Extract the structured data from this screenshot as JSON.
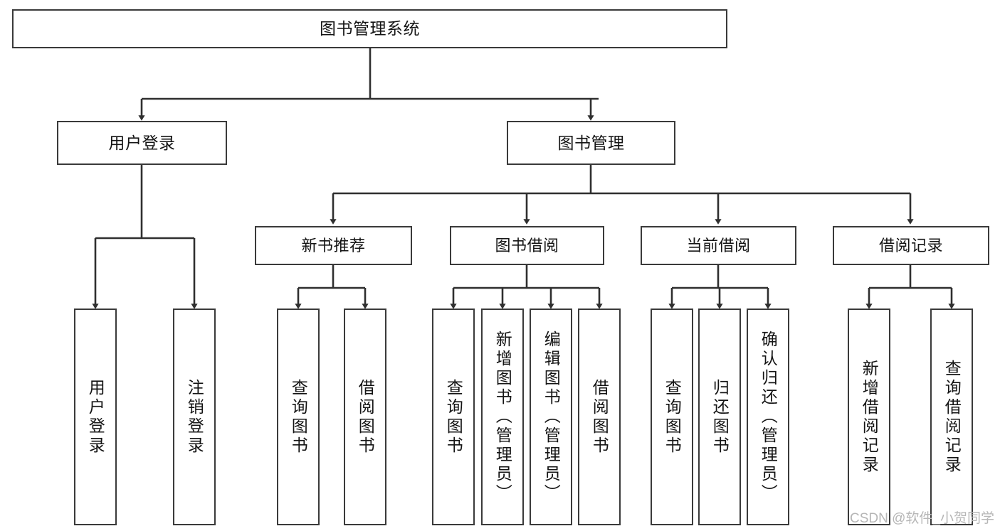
{
  "diagram": {
    "title": "图书管理系统",
    "type": "tree-hierarchy-diagram",
    "watermark": "CSDN @软件_小贺同学",
    "colors": {
      "box_border": "#3a3a3a",
      "box_fill": "#ffffff",
      "connector": "#2f2f2f",
      "text": "#141414",
      "watermark": "#b6b6b6",
      "background": "#ffffff"
    },
    "nodes": {
      "root": {
        "label": "图书管理系统"
      },
      "level2": [
        {
          "label": "用户登录"
        },
        {
          "label": "图书管理"
        }
      ],
      "level3": [
        {
          "label": "新书推荐"
        },
        {
          "label": "图书借阅"
        },
        {
          "label": "当前借阅"
        },
        {
          "label": "借阅记录"
        }
      ],
      "leaves_user_login": [
        {
          "label": "用户登录"
        },
        {
          "label": "注销登录"
        }
      ],
      "leaves_new_book": [
        {
          "label": "查询图书"
        },
        {
          "label": "借阅图书"
        }
      ],
      "leaves_borrow": [
        {
          "label": "查询图书"
        },
        {
          "label": "新增图书（管理员）"
        },
        {
          "label": "编辑图书（管理员）"
        },
        {
          "label": "借阅图书"
        }
      ],
      "leaves_current": [
        {
          "label": "查询图书"
        },
        {
          "label": "归还图书"
        },
        {
          "label": "确认归还（管理员）"
        }
      ],
      "leaves_records": [
        {
          "label": "新增借阅记录"
        },
        {
          "label": "查询借阅记录"
        }
      ]
    }
  }
}
